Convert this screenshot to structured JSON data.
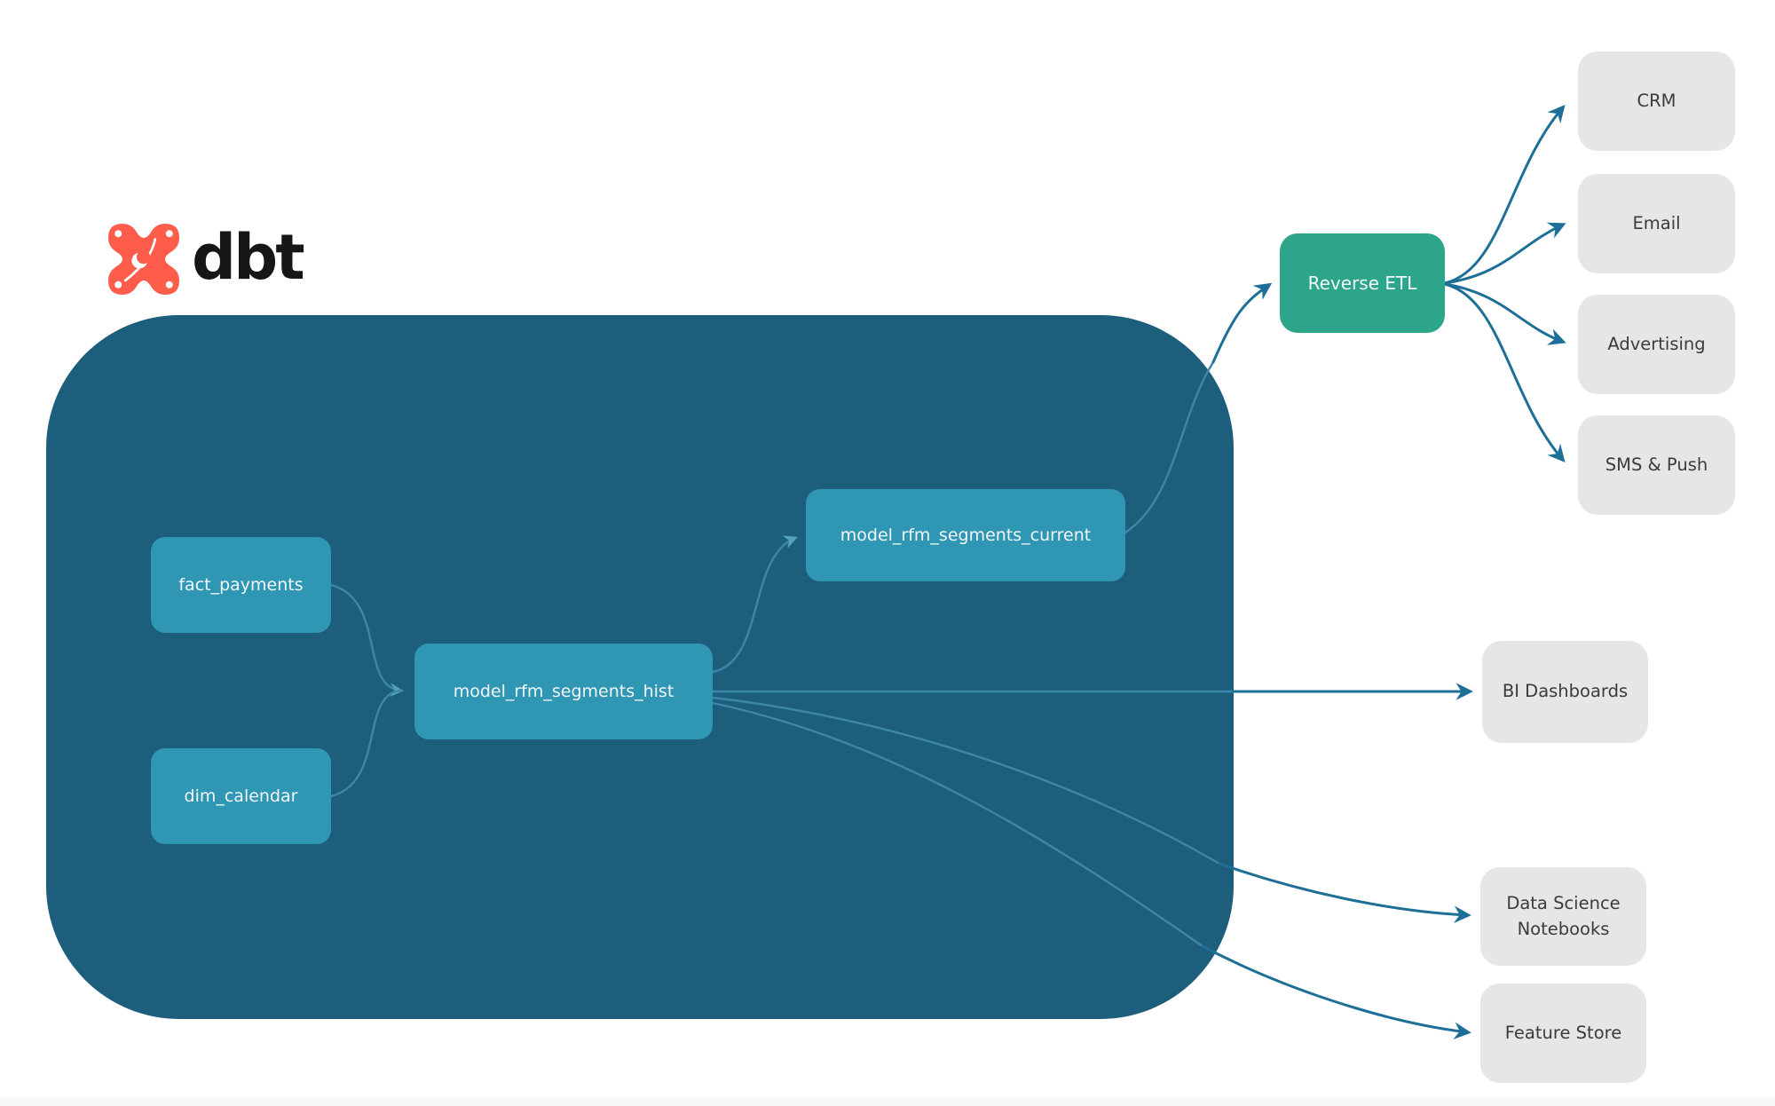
{
  "logo": {
    "brand_text": "dbt",
    "icon": "dbt-star-icon",
    "icon_color": "#ff5d4c",
    "text_color": "#161616"
  },
  "palette": {
    "warehouse_container": "#1d5e7d",
    "model_node": "#2f96b4",
    "reverse_etl_node": "#2da58a",
    "destination_node": "#e6e6e6",
    "destination_text": "#3b3b3b",
    "node_text": "#f2f8fa",
    "edge_outside_container": "#1e6f97",
    "edge_inside_container": "#3c87a5",
    "bottom_strip": "#faf7f7"
  },
  "nodes": {
    "fact_payments": {
      "label": "fact_payments"
    },
    "dim_calendar": {
      "label": "dim_calendar"
    },
    "model_rfm_segments_hist": {
      "label": "model_rfm_segments_hist"
    },
    "model_rfm_segments_current": {
      "label": "model_rfm_segments_current"
    },
    "reverse_etl": {
      "label": "Reverse ETL"
    },
    "crm": {
      "label": "CRM"
    },
    "email": {
      "label": "Email"
    },
    "advertising": {
      "label": "Advertising"
    },
    "sms_push": {
      "label": "SMS & Push"
    },
    "bi_dashboards": {
      "label": "BI Dashboards"
    },
    "data_science_notebooks": {
      "label": "Data Science Notebooks"
    },
    "feature_store": {
      "label": "Feature Store"
    }
  },
  "edges": [
    {
      "from": "fact_payments",
      "to": "model_rfm_segments_hist"
    },
    {
      "from": "dim_calendar",
      "to": "model_rfm_segments_hist"
    },
    {
      "from": "model_rfm_segments_hist",
      "to": "model_rfm_segments_current"
    },
    {
      "from": "model_rfm_segments_current",
      "to": "reverse_etl"
    },
    {
      "from": "model_rfm_segments_hist",
      "to": "bi_dashboards"
    },
    {
      "from": "model_rfm_segments_hist",
      "to": "data_science_notebooks"
    },
    {
      "from": "model_rfm_segments_hist",
      "to": "feature_store"
    },
    {
      "from": "reverse_etl",
      "to": "crm"
    },
    {
      "from": "reverse_etl",
      "to": "email"
    },
    {
      "from": "reverse_etl",
      "to": "advertising"
    },
    {
      "from": "reverse_etl",
      "to": "sms_push"
    }
  ]
}
